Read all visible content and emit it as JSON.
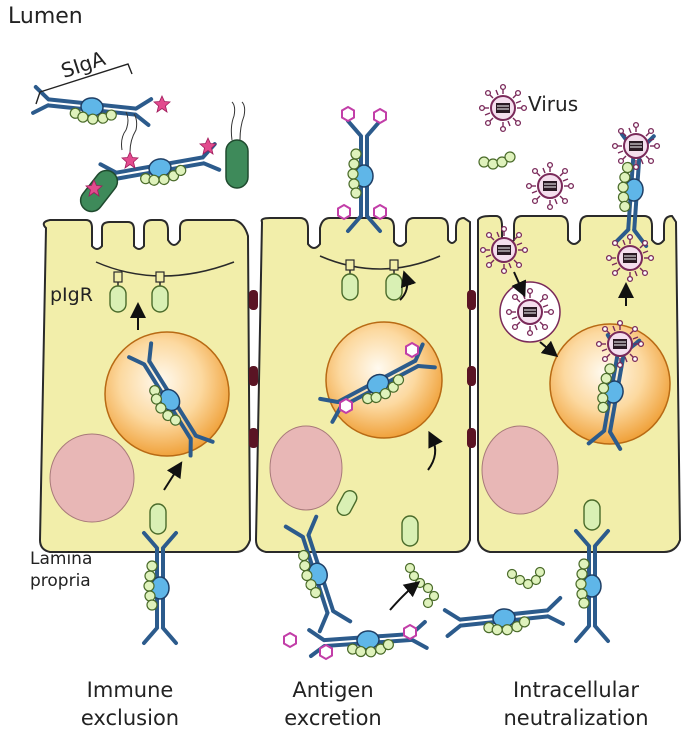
{
  "labels": {
    "lumen": "Lumen",
    "sigA": "SIgA",
    "virus": "Virus",
    "pigr": "pIgR",
    "lamina_line1": "Lamina",
    "lamina_line2": "propria"
  },
  "captions": [
    {
      "line1": "Immune",
      "line2": "exclusion"
    },
    {
      "line1": "Antigen",
      "line2": "excretion"
    },
    {
      "line1": "Intracellular",
      "line2": "neutralization"
    }
  ],
  "colors": {
    "cell_fill": "#f2eeaa",
    "cell_stroke": "#2a2a2a",
    "endosome_center": "#fff7e0",
    "endosome_edge": "#f3a640",
    "nucleus": "#e8b7b6",
    "junction": "#5a1424",
    "antibody_blue": "#3c6fa6",
    "secretory_green": "#d9f0b4",
    "j_chain_blue": "#5fb6e8",
    "antigen_pink": "#e24b8e",
    "virus_purple": "#7a2a5a",
    "bacterium_green": "#3e8a5a"
  }
}
